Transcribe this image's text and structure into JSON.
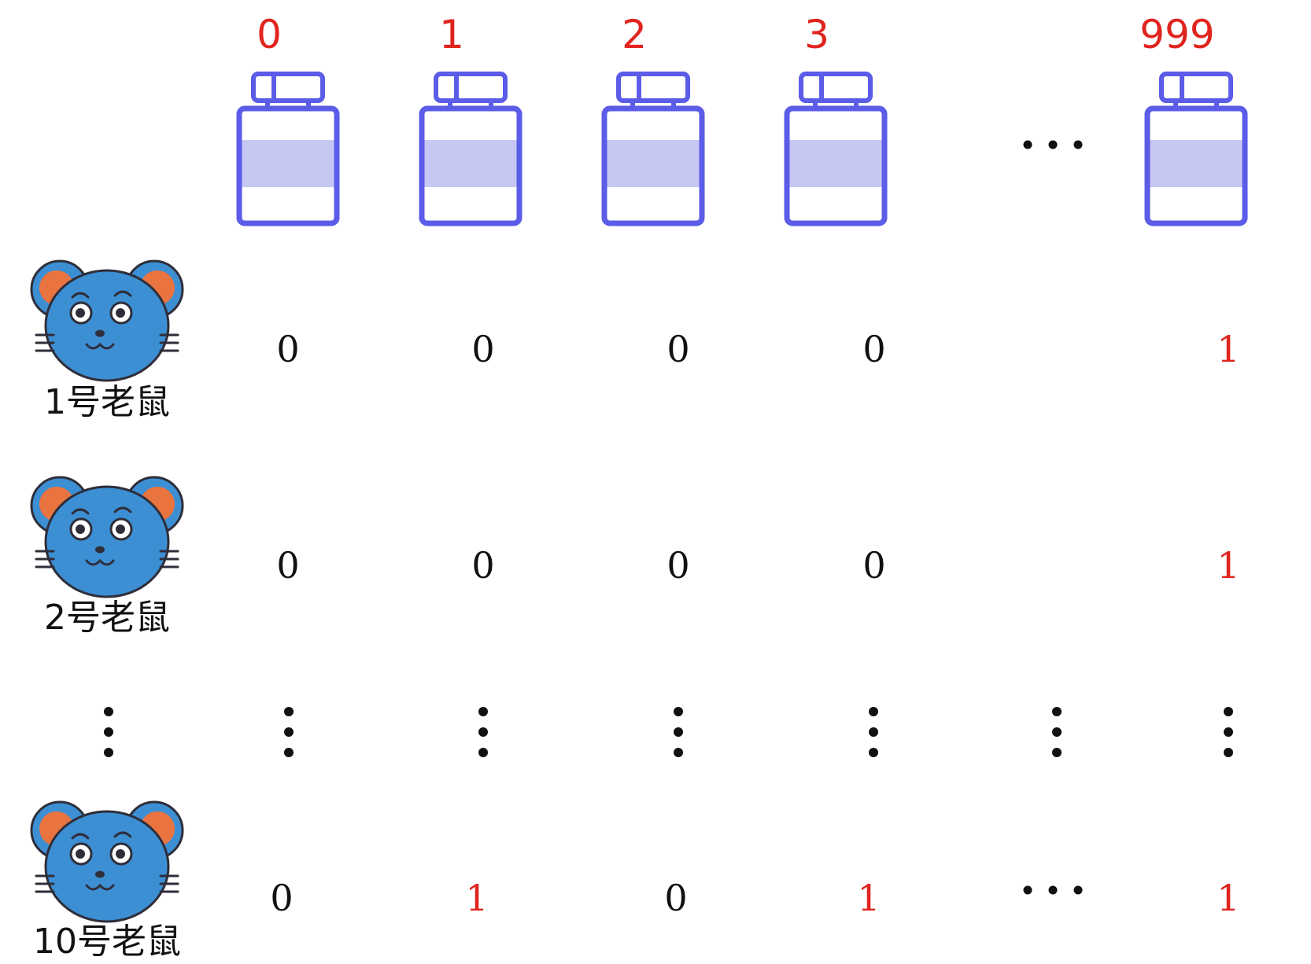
{
  "colors": {
    "red": "#e0241e",
    "black": "#111111",
    "bottle_stroke": "#5b5ce8",
    "bottle_band": "#c6c7f3",
    "mouse_face": "#3d8fd4",
    "mouse_ear_inner": "#ea7440",
    "mouse_outline": "#2e2e3a"
  },
  "bottles": [
    {
      "label": "0"
    },
    {
      "label": "1"
    },
    {
      "label": "2"
    },
    {
      "label": "3"
    },
    {
      "label": "999"
    }
  ],
  "mice": [
    {
      "label": "1号老鼠",
      "values": [
        "0",
        "0",
        "0",
        "0",
        "1"
      ],
      "highlight": [
        false,
        false,
        false,
        false,
        true
      ]
    },
    {
      "label": "2号老鼠",
      "values": [
        "0",
        "0",
        "0",
        "0",
        "1"
      ],
      "highlight": [
        false,
        false,
        false,
        false,
        true
      ]
    },
    {
      "label": "10号老鼠",
      "values": [
        "0",
        "1",
        "0",
        "1",
        "1"
      ],
      "highlight": [
        false,
        true,
        false,
        true,
        true
      ]
    }
  ],
  "icons": {
    "bottle": "medicine-bottle-icon",
    "mouse": "mouse-face-icon",
    "ellipsis": "horizontal-ellipsis",
    "vertical_ellipsis": "vertical-ellipsis"
  }
}
